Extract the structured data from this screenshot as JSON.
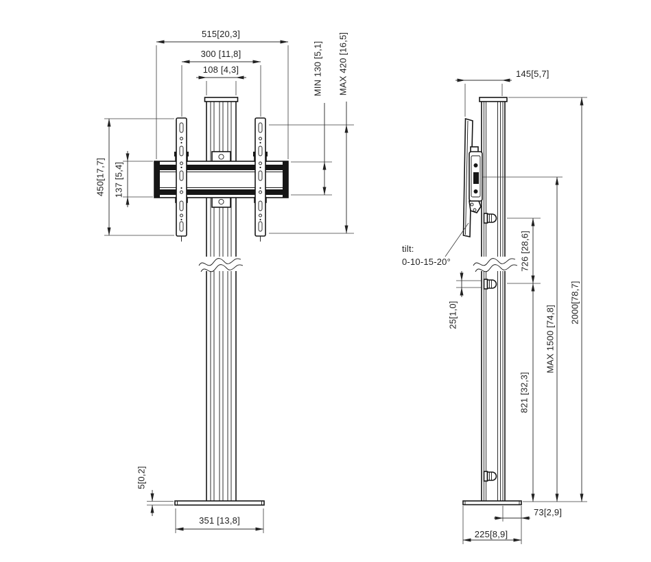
{
  "drawing_type": "technical-dimension-drawing",
  "views": [
    "front",
    "side"
  ],
  "units_note": "mm [inch]",
  "colors": {
    "line": "#161616",
    "dimension_line": "#2e2e2e",
    "background": "#ffffff"
  },
  "front_view": {
    "dim_515": "515[20,3]",
    "dim_300": "300 [11,8]",
    "dim_108": "108 [4,3]",
    "dim_min130": "MIN 130 [5,1]",
    "dim_max420": "MAX 420 [16,5]",
    "dim_450": "450[17,7]",
    "dim_137": "137 [5,4]",
    "dim_5": "5[0,2]",
    "dim_351": "351 [13,8]"
  },
  "side_view": {
    "dim_145": "145[5,7]",
    "dim_726": "726 [28,6]",
    "dim_25": "25[1,0]",
    "dim_max1500": "MAX 1500 [74,8]",
    "dim_821": "821 [32,3]",
    "dim_2000": "2000[78,7]",
    "dim_73": "73[2,9]",
    "dim_225": "225[8,9]",
    "tilt_line1": "tilt:",
    "tilt_line2": "0-10-15-20°"
  }
}
